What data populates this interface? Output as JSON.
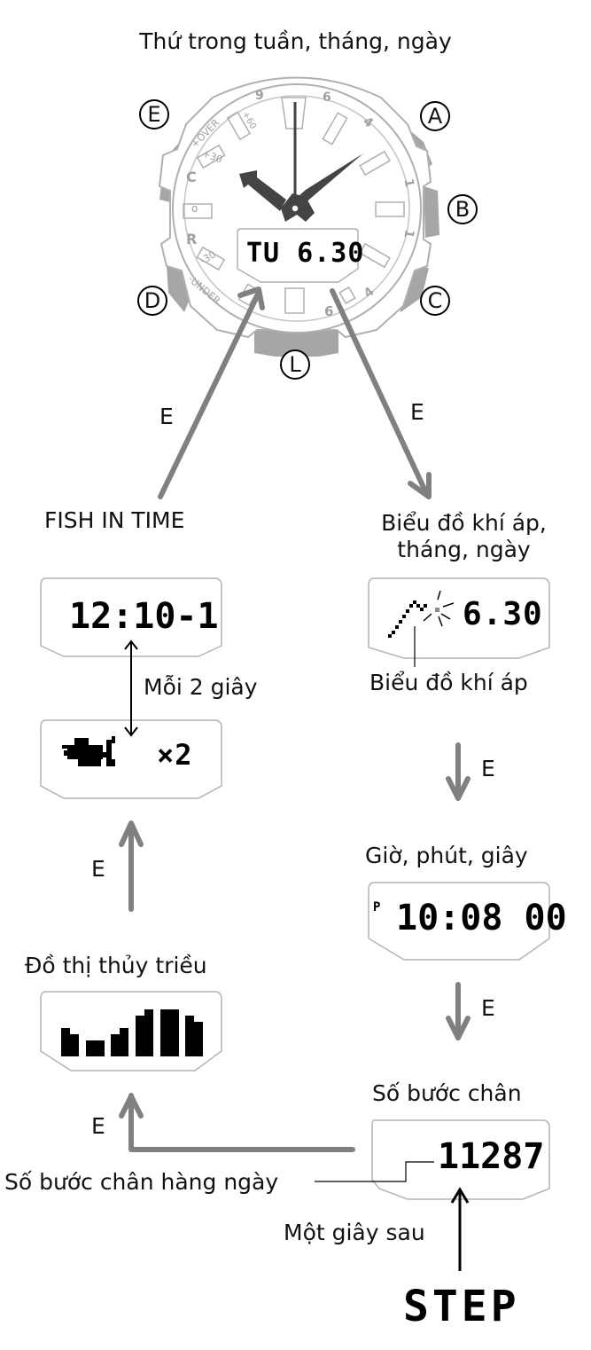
{
  "title": "Thứ trong tuần, tháng, ngày",
  "watch": {
    "buttons": {
      "A": "A",
      "B": "B",
      "C": "C",
      "D": "D",
      "E": "E",
      "L": "L"
    },
    "bezel_left": {
      "over": "+OVER",
      "plus60": "+60",
      "plus30": "+30",
      "c": "C",
      "zero": "o",
      "r": "R",
      "minus30": "-30",
      "under": "-UNDER",
      "nine": "9"
    },
    "bezel_right": {
      "six_top": "6",
      "four_top": "4",
      "one_a": "1",
      "one_b": "1",
      "four_bottom": "4",
      "six_bottom": "6"
    },
    "display": "TU 6.30"
  },
  "arrows": {
    "to_fish": "E",
    "to_baro": "E",
    "baro_to_time": "E",
    "time_to_steps": "E",
    "steps_to_tide": "E",
    "tide_to_fish": "E"
  },
  "fish": {
    "label": "FISH IN TIME",
    "display_time": "12:10-1",
    "interval_label": "Mỗi 2 giây",
    "display_count": "×2"
  },
  "baro": {
    "label_line1": "Biểu đồ khí áp,",
    "label_line2": "tháng, ngày",
    "display_date": "6.30",
    "callout": "Biểu đồ khí áp"
  },
  "time": {
    "label": "Giờ, phút, giây",
    "pm_indicator": "P",
    "display": "10:08 00"
  },
  "tide": {
    "label": "Đồ thị thủy triều",
    "bars": [
      4,
      3,
      2,
      3,
      4,
      6,
      7,
      6
    ]
  },
  "steps": {
    "label": "Số bước chân",
    "display": "11287",
    "callout": "Số bước chân hàng ngày",
    "after_label": "Một giây sau",
    "step_text": "STEP"
  }
}
